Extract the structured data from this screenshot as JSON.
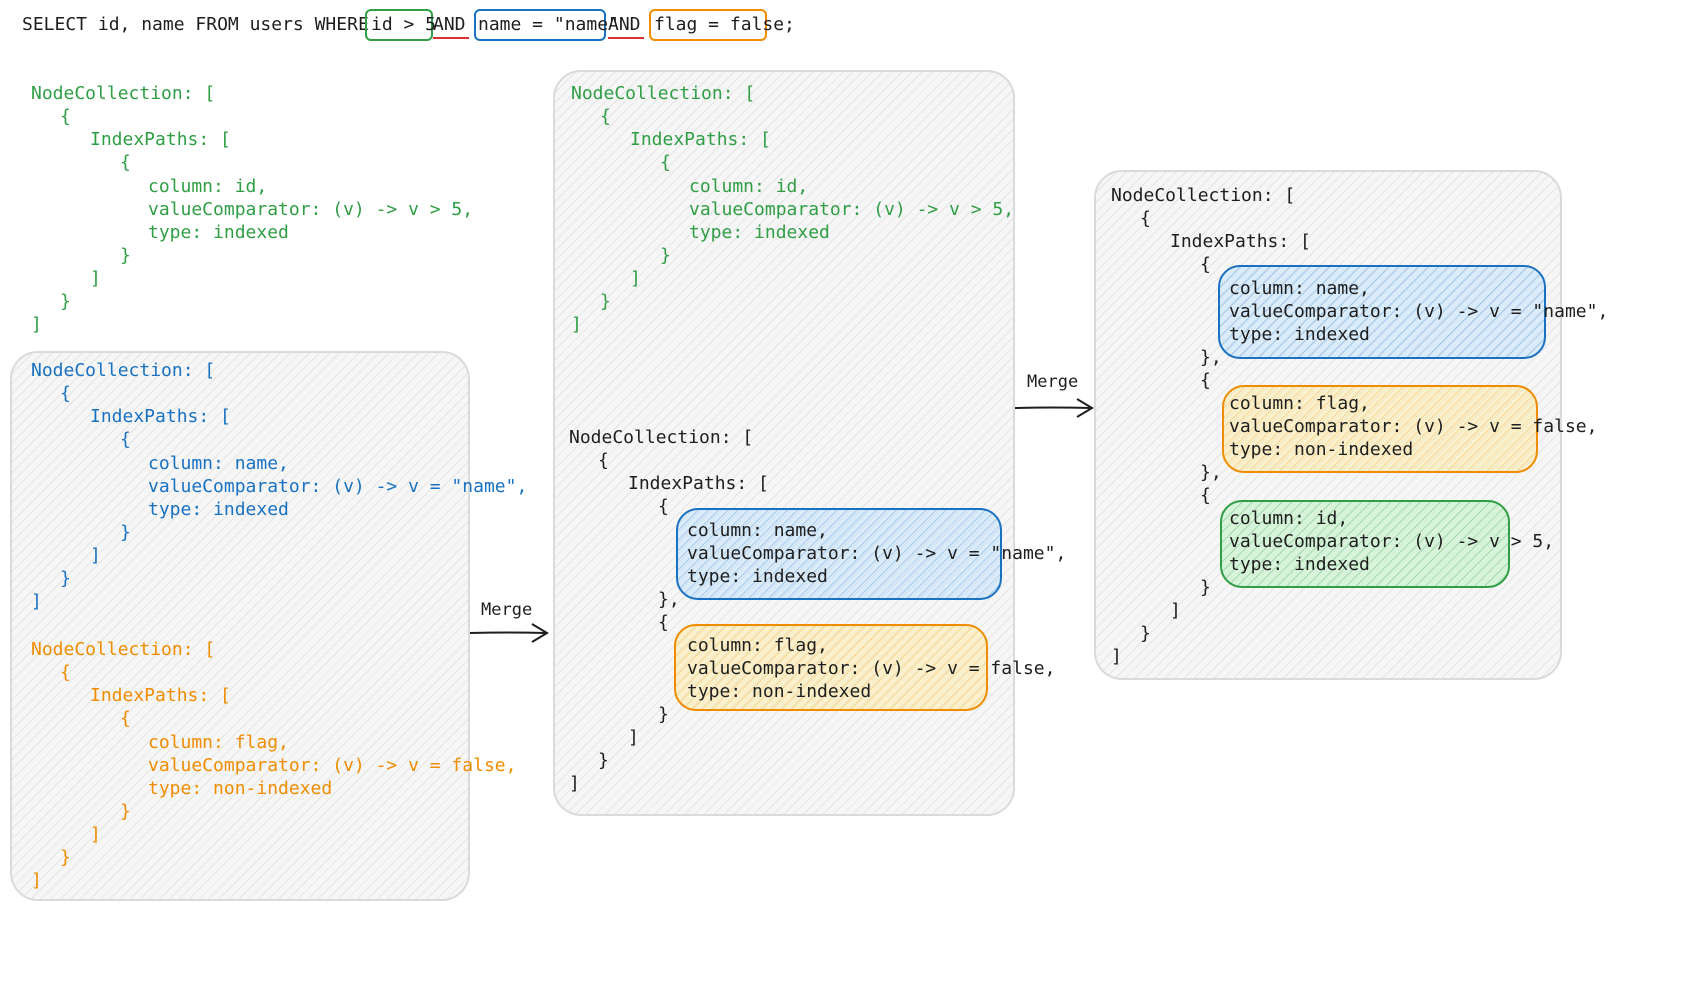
{
  "query": {
    "prefix": "SELECT id, name FROM users WHERE",
    "cond_id": "id > 5",
    "and1": "AND",
    "cond_name": "name = \"name\"",
    "and2": "AND",
    "cond_flag": "flag = false;"
  },
  "code": {
    "node_collection": "NodeCollection: [",
    "open_brace": "{",
    "index_paths": "IndexPaths: [",
    "close_brace": "}",
    "close_brace_comma": "},",
    "close_bracket": "]",
    "id_column": "column: id,",
    "id_comparator": "valueComparator: (v) -> v > 5,",
    "name_column": "column: name,",
    "name_comparator": "valueComparator: (v) -> v = \"name\",",
    "flag_column": "column: flag,",
    "flag_comparator": "valueComparator: (v) -> v = false,",
    "type_indexed": "type: indexed",
    "type_non_indexed": "type: non-indexed"
  },
  "arrows": {
    "merge1": "Merge",
    "merge2": "Merge"
  },
  "colors": {
    "green": "#2f9e44",
    "blue": "#1971c2",
    "orange": "#f08c00",
    "red_underline": "#e03131",
    "text": "#1e1e1e"
  }
}
